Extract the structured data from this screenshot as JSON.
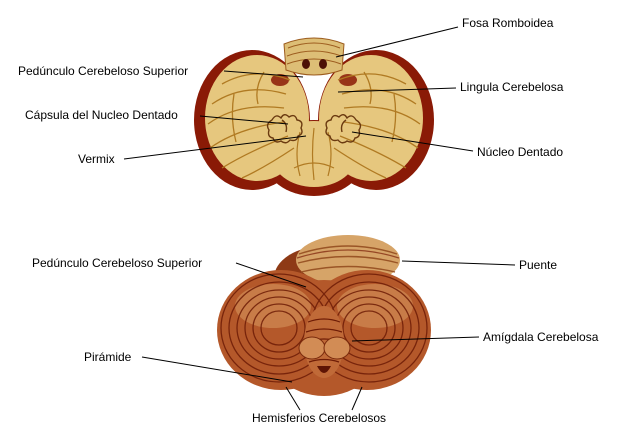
{
  "figures": {
    "cross_section": {
      "labels": {
        "fosa_romboidea": "Fosa Romboidea",
        "pedunculo_cerebeloso_superior": "Pedúnculo Cerebeloso Superior",
        "lingula_cerebelosa": "Lingula Cerebelosa",
        "capsula_nucleo_dentado": "Cápsula del Nucleo Dentado",
        "nucleo_dentado": "Núcleo Dentado",
        "vermix": "Vermix"
      }
    },
    "external_view": {
      "labels": {
        "pedunculo_cerebeloso_superior": "Pedúnculo Cerebeloso Superior",
        "puente": "Puente",
        "amigdala_cerebelosa": "Amígdala Cerebelosa",
        "piramide": "Pirámide",
        "hemisferios_cerebelosos": "Hemisferios Cerebelosos"
      }
    }
  },
  "colors": {
    "background": "#ffffff",
    "label_text": "#000000",
    "leader_line": "#000000",
    "section_body": "#e6c77e",
    "section_rim": "#8a1a06",
    "section_folia": "#b07a22",
    "dentate_outline": "#6b3a10",
    "external_body": "#b4582a",
    "external_folia": "#6e1c06",
    "pons_fill": "#d6a468"
  }
}
